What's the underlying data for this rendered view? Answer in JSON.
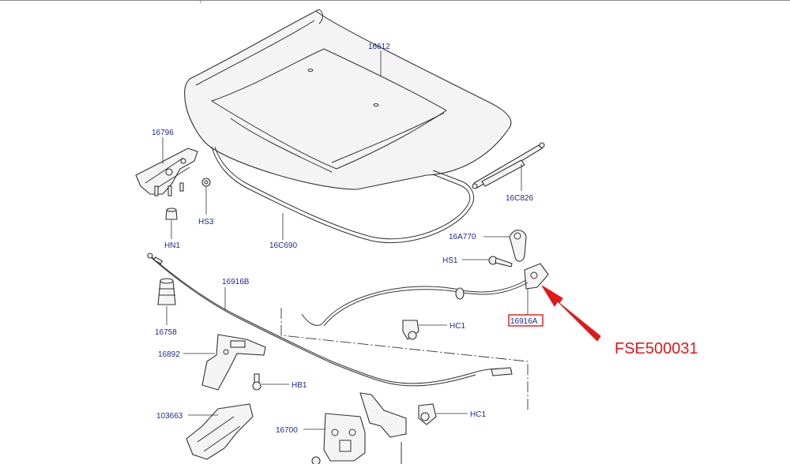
{
  "callouts": {
    "hood": "16612",
    "hinge": "16796",
    "hinge_bolt": "HS3",
    "hinge_nut": "HN1",
    "hood_seal": "16C690",
    "gas_strut": "16C826",
    "release_handle": "16A770",
    "handle_screw": "HS1",
    "release_cable_front": "16916B",
    "release_cable_rear": "16916A",
    "bumper_stop": "16758",
    "cable_clip_1": "HC1",
    "latch_bracket": "16892",
    "bracket_bolt": "HB1",
    "cable_clip_2": "HC1",
    "safety_catch": "103663",
    "hood_latch": "16700"
  },
  "diagram_code": "FSE500031",
  "colors": {
    "label": "#1e2a8a",
    "highlight": "#e01818",
    "line": "#333333"
  }
}
